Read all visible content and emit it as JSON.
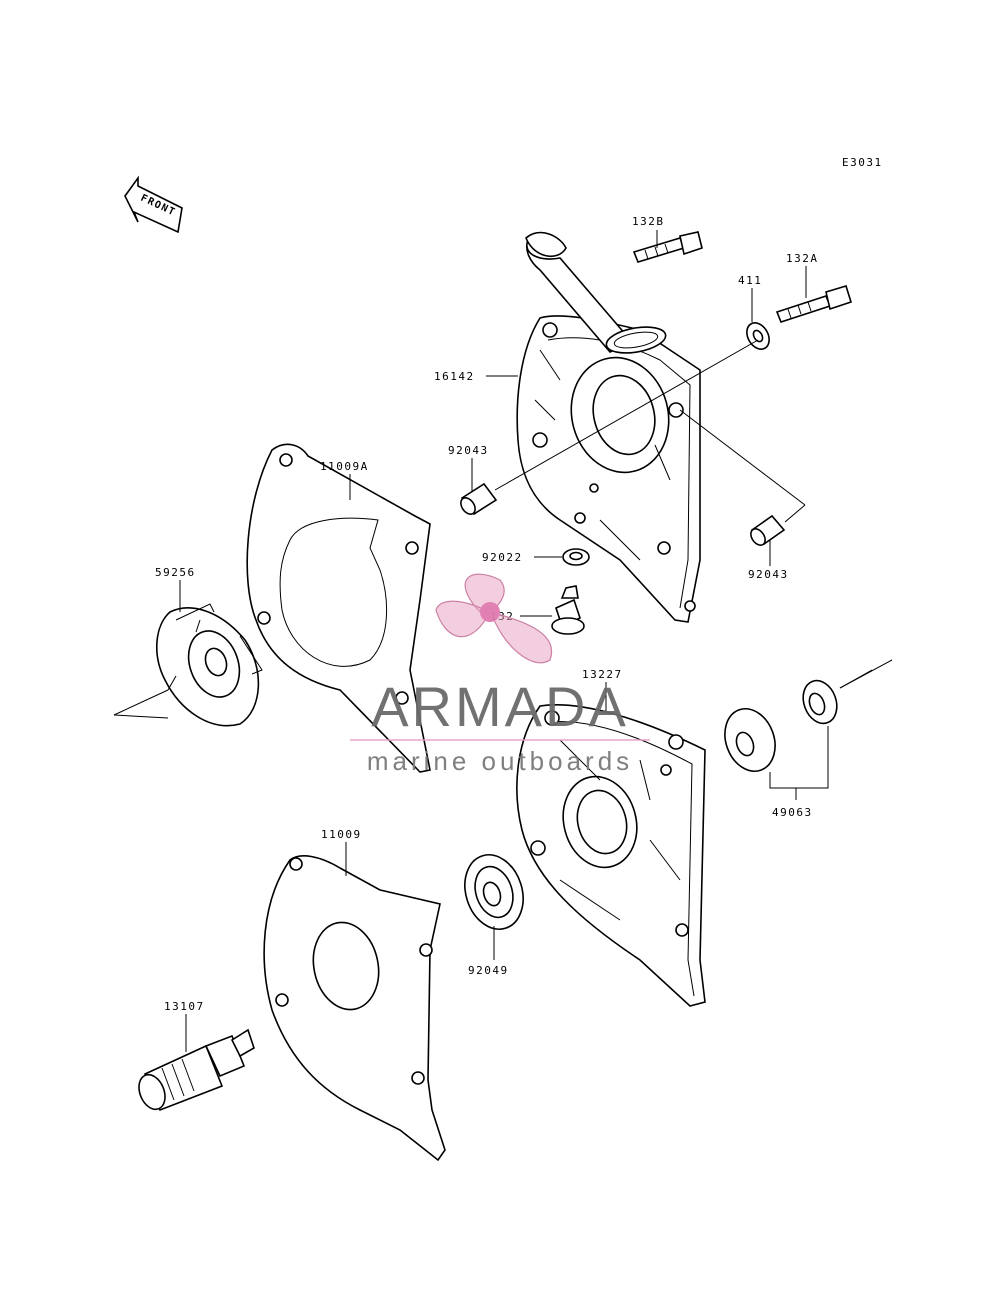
{
  "diagram_code": "E3031",
  "front_label": "FRONT",
  "parts": [
    {
      "id": "p132b",
      "label": "132B"
    },
    {
      "id": "p132a",
      "label": "132A"
    },
    {
      "id": "p411",
      "label": "411"
    },
    {
      "id": "p16142",
      "label": "16142"
    },
    {
      "id": "p92043a",
      "label": "92043"
    },
    {
      "id": "p11009a",
      "label": "11009A"
    },
    {
      "id": "p92022",
      "label": "92022"
    },
    {
      "id": "p92043b",
      "label": "92043"
    },
    {
      "id": "p59256",
      "label": "59256"
    },
    {
      "id": "p132",
      "label": "132"
    },
    {
      "id": "p13227",
      "label": "13227"
    },
    {
      "id": "p49063",
      "label": "49063"
    },
    {
      "id": "p11009",
      "label": "11009"
    },
    {
      "id": "p92049",
      "label": "92049"
    },
    {
      "id": "p13107",
      "label": "13107"
    }
  ],
  "watermark": {
    "brand": "ARMADA",
    "tagline": "marine outboards",
    "color": "#e8a0c0",
    "text_color": "#666666"
  }
}
